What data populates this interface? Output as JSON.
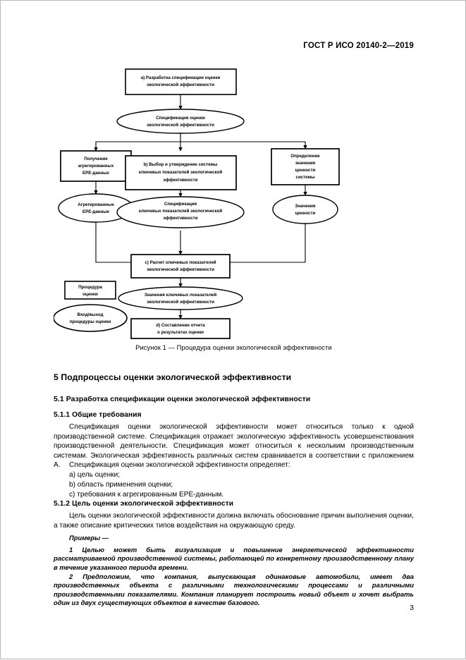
{
  "document": {
    "header": "ГОСТ Р ИСО 20140-2—2019",
    "page_number": "3"
  },
  "figure": {
    "caption": "Рисунок 1 — Процедура оценки экологической эффективности",
    "nodes": {
      "a_spec_development": "a) Разработка спецификации оценки\nэкологической эффективности",
      "spec_assessment": "Спецификация оценки\nэкологической эффективности",
      "get_aggregated_epe": "Получение\nагрегированных\nEPE-данных",
      "b_select_approve": "b) Выбор и утверждение системы\nключевых показателей экологической\nэффективности",
      "define_value_system": "Определение\nзначения\nценности\nсистемы",
      "aggregated_epe": "Агрегированные\nEPE-данные",
      "spec_kpi": "Спецификация\nключевых показателей экологической\nэффективности",
      "value_values": "Значения\nценности",
      "c_calc_kpi": "c) Расчет ключевых показателей\nэкологической эффективности",
      "kpi_values": "Значения ключевых показателей\nэкологической эффективности",
      "d_report": "d) Составление отчета\nо результатах оценки"
    },
    "legend": {
      "procedure": "Процедура\nоценки",
      "io": "Вход/выход\nпроцедуры оценки"
    }
  },
  "sections": {
    "h5": "5  Подпроцессы оценки экологической эффективности",
    "h51": "5.1  Разработка спецификации оценки экологической эффективности",
    "h511": "5.1.1  Общие требования",
    "p511": "Спецификация оценки экологической эффективности может относиться только к одной производственной системе. Спецификация отражает экологическую эффективность усовершенствования производственной деятельности. Спецификация может относиться к нескольким производственным системам. Экологическая эффективность различных систем сравнивается в соответствии с приложением А.",
    "p511b": "Спецификация оценки экологической эффективности определяет:",
    "list": [
      "a)  цель оценки;",
      "b)  область применения оценки;",
      "c)  требования к агрегированным EPE-данным."
    ],
    "h512": "5.1.2  Цель оценки экологической эффективности",
    "p512": "Цель оценки экологической эффективности должна включать обоснование причин выполнения оценки, а также описание критических типов воздействия на окружающую среду.",
    "examples_head": "Примеры —",
    "example1": "1  Целью может быть визуализация и повышение энергетической эффективности рассматриваемой производственной системы, работающей по конкретному производственному плану в течение указанного периода времени.",
    "example2": "2  Предположим, что компания, выпускающая одинаковые автомобили, имеет два производственных объекта с различными технологическими процессами и различными производственными показателями. Компания планирует построить новый объект и хочет выбрать один из двух существующих объектов в качестве базового."
  }
}
